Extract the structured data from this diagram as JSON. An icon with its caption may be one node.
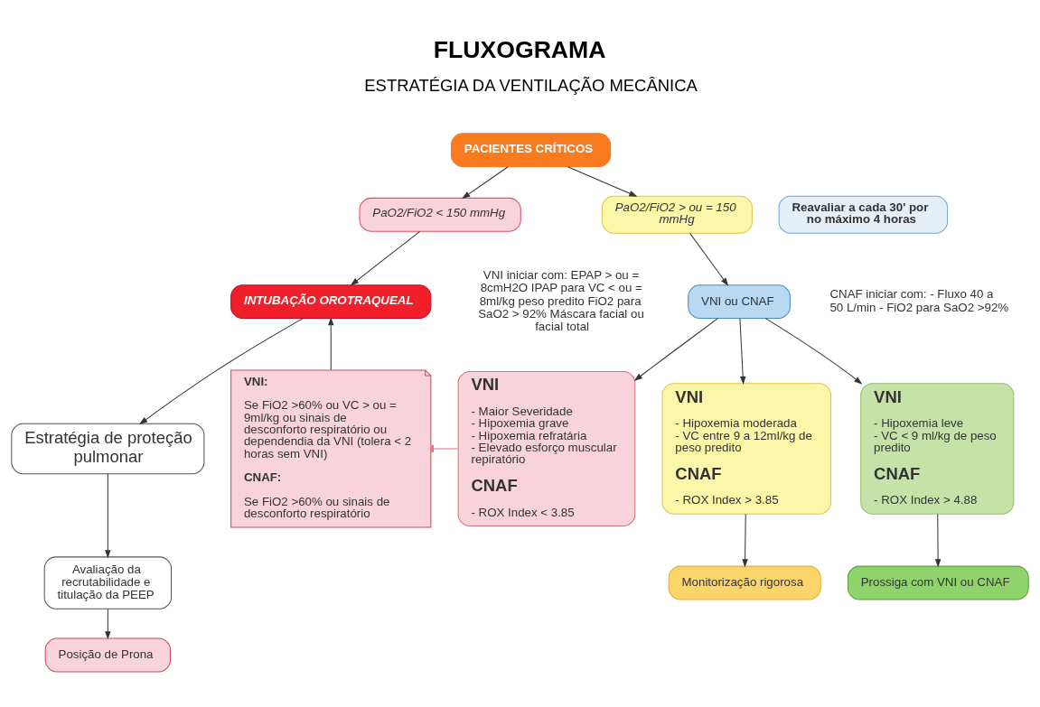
{
  "diagram": {
    "title": "FLUXOGRAMA",
    "nodes": [
      {
        "text": [
          "PACIENTES CRÍTICOS"
        ]
      },
      {
        "text": [
          "PaO2/FiO2 < 150 mmHg"
        ]
      },
      {
        "text": [
          "Reavaliar a cada 30' por no máximo 4 horas"
        ]
      },
      {
        "text": [
          "PaO2/FiO2 > ou = 150 mmHg"
        ]
      },
      {
        "text": [
          "VNI ou CNAF"
        ],
        "beside": [
          "VNI iniciar com: EPAP > ou = 8cmH2O IPAP para VC < ou = 8ml/kg peso predito FiO2 para SaO2 > 92% Máscara facial ou facial total",
          "CNAF iniciar com: - Fluxo 40 a 50 L/min - FiO2 para SaO2 >92%"
        ]
      },
      {
        "text": [
          "INTUBAÇÃO OROTRAQUEAL"
        ]
      },
      {
        "text": [
          "Estratégia de proteção pulmonar"
        ]
      },
      {
        "text": [
          "Avaliação da recrutabilidade e titulação da PEEP"
        ]
      },
      {
        "text": [
          "Posição de Prona"
        ]
      },
      {
        "text": [
          "VNI:",
          "Se FiO2 >60% ou VC > ou = 9ml/kg ou sinais de desconforto respiratório ou dependendia da VNI (tolera < 2 horas sem VNI)",
          "CNAF:",
          "Se FiO2 >60% ou sinais de desconforto respiratório"
        ]
      },
      {
        "text": [
          "VNI",
          "- Maior Severidade - Hipoxemia grave - Hipoxemia refratária - Elevado esforço muscular repiratório",
          "CNAF",
          "- ROX Index < 3.85"
        ]
      },
      {
        "text": [
          "VNI",
          "- Hipoxemia moderada - VC entre 9 a 12ml/kg de peso predito",
          "CNAF",
          "- ROX Index > 3.85"
        ]
      },
      {
        "text": [
          "VNI",
          "- Hipoxemia leve - VC < 9 ml/kg de peso predito",
          "CNAF",
          "- ROX Index > 4.88"
        ]
      },
      {
        "text": [
          "Monitorização rigorosa"
        ]
      },
      {
        "text": [
          "Prossiga com VNI ou CNAF"
        ]
      }
    ],
    "edges": [
      {
        "from": 0,
        "to": 1,
        "arrow": "to"
      },
      {
        "from": 0,
        "to": 3,
        "arrow": "to"
      },
      {
        "from": 1,
        "to": 5,
        "arrow": "to"
      },
      {
        "from": 3,
        "to": 4,
        "arrow": "to"
      },
      {
        "from": 4,
        "to": 10,
        "arrow": "to"
      },
      {
        "from": 4,
        "to": 11,
        "arrow": "to"
      },
      {
        "from": 4,
        "to": 12,
        "arrow": "to"
      },
      {
        "from": 5,
        "to": 6,
        "arrow": "to"
      },
      {
        "from": 6,
        "to": 7,
        "arrow": "to"
      },
      {
        "from": 7,
        "to": 8,
        "arrow": "to"
      },
      {
        "from": 9,
        "to": 5,
        "arrow": "to"
      },
      {
        "from": 10,
        "to": 9,
        "arrow": "other",
        "color": "#e0707a"
      },
      {
        "from": 11,
        "to": 13,
        "arrow": "to"
      },
      {
        "from": 12,
        "to": 14,
        "arrow": "to"
      }
    ],
    "labels": [
      "ESTRATÉGIA DA VENTILAÇÃO MECÂNICA"
    ]
  }
}
